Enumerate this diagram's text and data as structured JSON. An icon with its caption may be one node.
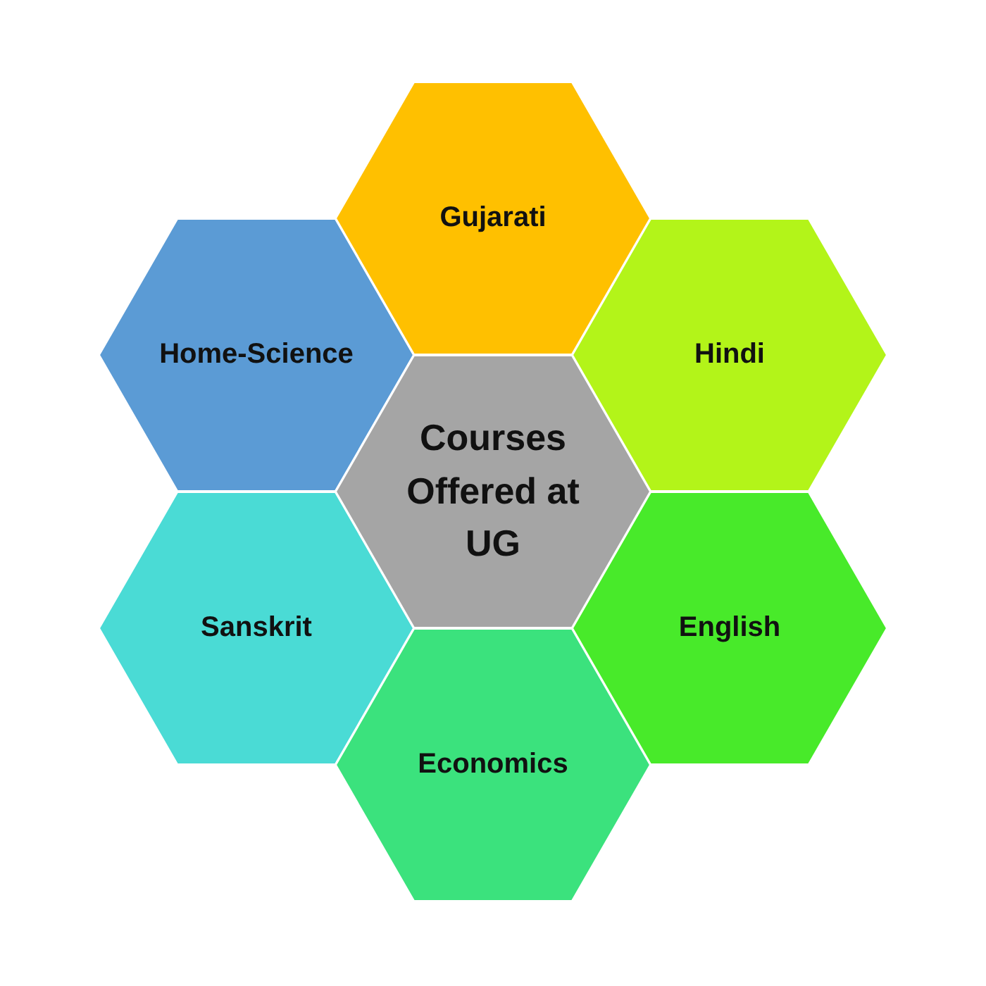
{
  "diagram": {
    "nodes": [
      {
        "text": [
          "Gujarati"
        ]
      },
      {
        "text": [
          "Home-Science"
        ]
      },
      {
        "text": [
          "Hindi"
        ]
      },
      {
        "text": [
          "Courses Offered at UG"
        ]
      },
      {
        "text": [
          "Sanskrit"
        ]
      },
      {
        "text": [
          "English"
        ]
      },
      {
        "text": [
          "Economics"
        ]
      }
    ]
  }
}
